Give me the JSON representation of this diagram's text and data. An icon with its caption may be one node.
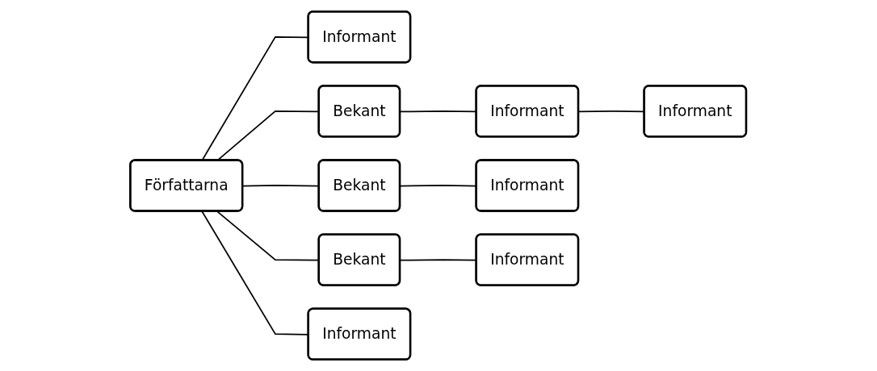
{
  "diagram": {
    "nodes": [
      {
        "text": [
          "Författarna"
        ]
      },
      {
        "text": [
          "Informant"
        ]
      },
      {
        "text": [
          "Bekant"
        ]
      },
      {
        "text": [
          "Informant"
        ]
      },
      {
        "text": [
          "Informant"
        ]
      },
      {
        "text": [
          "Bekant"
        ]
      },
      {
        "text": [
          "Informant"
        ]
      },
      {
        "text": [
          "Bekant"
        ]
      },
      {
        "text": [
          "Informant"
        ]
      },
      {
        "text": [
          "Informant"
        ]
      }
    ],
    "edges": [
      {
        "from": 0,
        "to": 1,
        "arrow": "none"
      },
      {
        "from": 0,
        "to": 2,
        "arrow": "none"
      },
      {
        "from": 0,
        "to": 5,
        "arrow": "none"
      },
      {
        "from": 0,
        "to": 7,
        "arrow": "none"
      },
      {
        "from": 0,
        "to": 9,
        "arrow": "none"
      },
      {
        "from": 2,
        "to": 3,
        "arrow": "none"
      },
      {
        "from": 3,
        "to": 4,
        "arrow": "none"
      },
      {
        "from": 5,
        "to": 6,
        "arrow": "none"
      },
      {
        "from": 7,
        "to": 8,
        "arrow": "none"
      }
    ]
  }
}
